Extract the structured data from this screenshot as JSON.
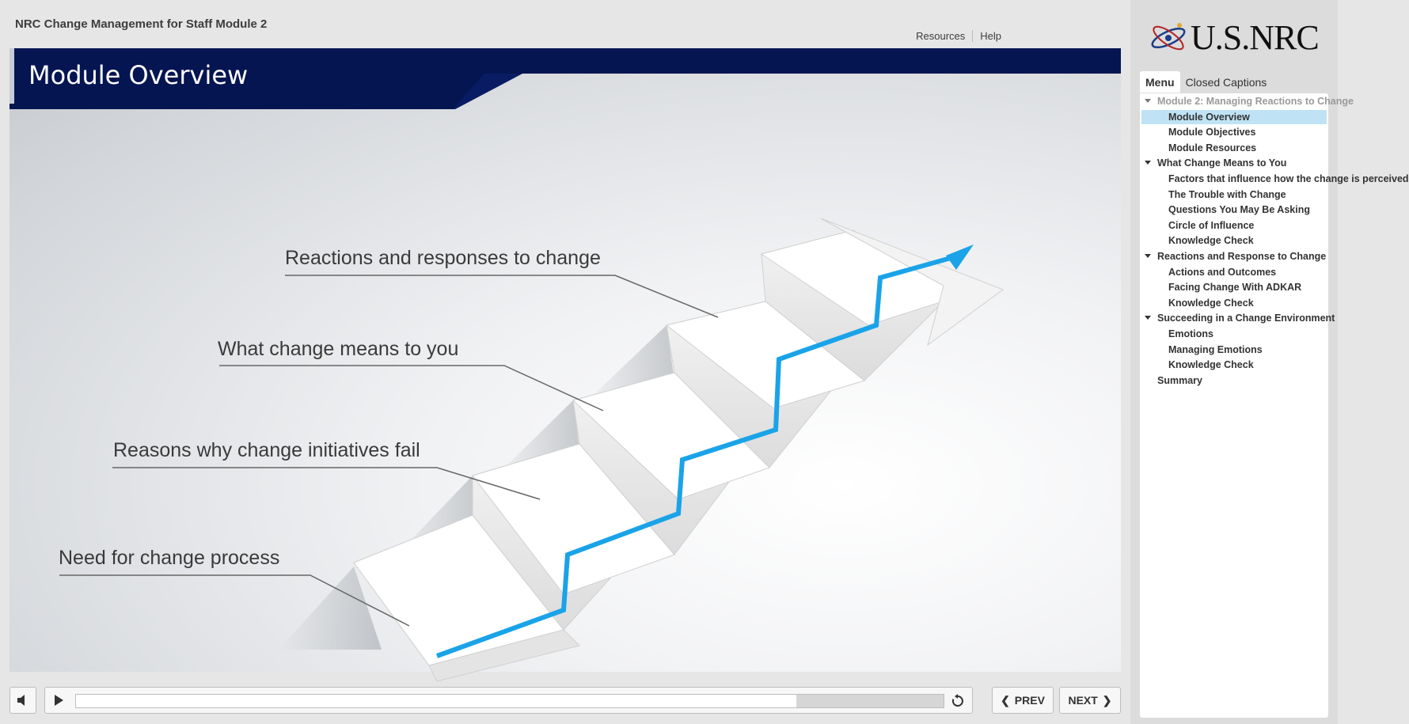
{
  "app": {
    "course_title": "NRC Change Management for Staff Module 2",
    "links": [
      "Resources",
      "Help"
    ]
  },
  "slide": {
    "title": "Module Overview",
    "steps": [
      "Need for change process",
      "Reasons why change initiatives fail",
      "What change means to you",
      "Reactions and responses to change"
    ]
  },
  "player": {
    "progress": 0.83,
    "prev_label": "PREV",
    "next_label": "NEXT"
  },
  "sidebar": {
    "logo_text": "U.S.NRC",
    "tabs": [
      "Menu",
      "Closed Captions"
    ],
    "menu": [
      {
        "label": "Module 2: Managing Reactions to Change",
        "level": 0,
        "expanded": true,
        "dim": true
      },
      {
        "label": "Module Overview",
        "level": 1,
        "selected": true
      },
      {
        "label": "Module Objectives",
        "level": 1
      },
      {
        "label": "Module Resources",
        "level": 1
      },
      {
        "label": "What Change Means to You",
        "level": 0,
        "expanded": true
      },
      {
        "label": "Factors that influence how the change is perceived",
        "level": 1
      },
      {
        "label": "The Trouble with Change",
        "level": 1
      },
      {
        "label": "Questions You May Be Asking",
        "level": 1
      },
      {
        "label": "Circle of Influence",
        "level": 1
      },
      {
        "label": "Knowledge Check",
        "level": 1
      },
      {
        "label": "Reactions and Response to Change",
        "level": 0,
        "expanded": true
      },
      {
        "label": "Actions and Outcomes",
        "level": 1
      },
      {
        "label": "Facing Change With ADKAR",
        "level": 1
      },
      {
        "label": "Knowledge Check",
        "level": 1
      },
      {
        "label": "Succeeding in a Change Environment",
        "level": 0,
        "expanded": true
      },
      {
        "label": "Emotions",
        "level": 1
      },
      {
        "label": "Managing Emotions",
        "level": 1
      },
      {
        "label": "Knowledge Check",
        "level": 1
      },
      {
        "label": "Summary",
        "level": 0,
        "expanded": false
      }
    ]
  },
  "colors": {
    "header_navy": "#051552",
    "accent_blue": "#1aa3e8",
    "selected_row": "#bfe3f5"
  }
}
